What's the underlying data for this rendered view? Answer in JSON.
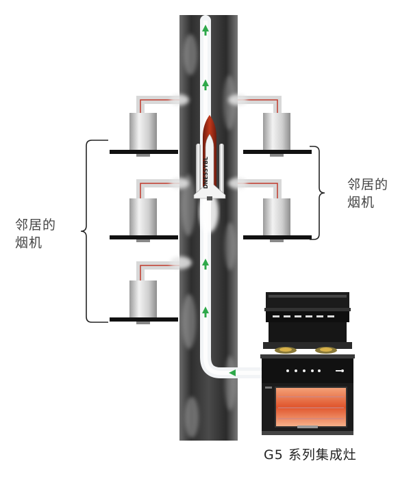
{
  "labels": {
    "neighbors_left": "邻居的\n烟机",
    "neighbors_right": "邻居的\n烟机",
    "product_caption": "G5 系列集成灶"
  },
  "rocket_brand": "DNESSYBL",
  "colors": {
    "flue": "#3a3a3a",
    "airflow": "#e8ecef",
    "arrow": "#2ea84a",
    "duct_path": "#c0392b",
    "hood_body": "#d9d9d9",
    "hood_base": "#111111",
    "stove_body": "#1b1b1b",
    "oven_glow": "#e8552a"
  }
}
